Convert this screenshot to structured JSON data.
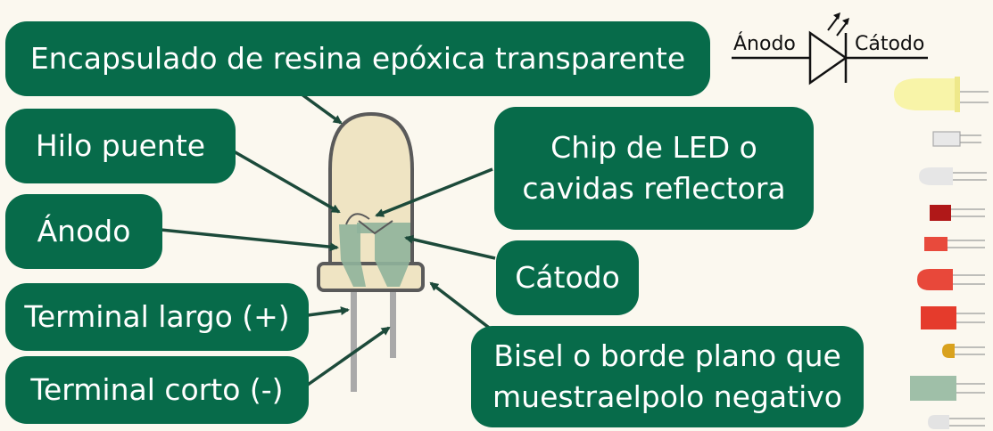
{
  "labels": {
    "epoxy": "Encapsulado de resina epóxica transparente",
    "wire": "Hilo puente",
    "chip_line1": "Chip de LED o",
    "chip_line2": "cavidas reflectora",
    "anode": "Ánodo",
    "cathode": "Cátodo",
    "long_lead": "Terminal largo (+)",
    "short_lead": "Terminal corto (-)",
    "bevel_line1": "Bisel o borde plano que",
    "bevel_line2": "muestraelpolo negativo"
  },
  "symbol": {
    "anode": "Ánodo",
    "cathode": "Cátodo"
  },
  "colors": {
    "label_bg": "#076b4a",
    "background": "#fbf8ef",
    "led_body": "#efe4c3",
    "led_outline": "#5a5a5a",
    "chip": "#8fb39b"
  },
  "led_samples": [
    "yellow-led-icon",
    "white-smd-led-icon",
    "white-led-icon",
    "dark-red-square-led-icon",
    "red-square-led-icon",
    "red-round-led-icon",
    "red-large-led-icon",
    "amber-mini-led-icon",
    "green-rect-led-icon",
    "white-mini-led-icon"
  ]
}
